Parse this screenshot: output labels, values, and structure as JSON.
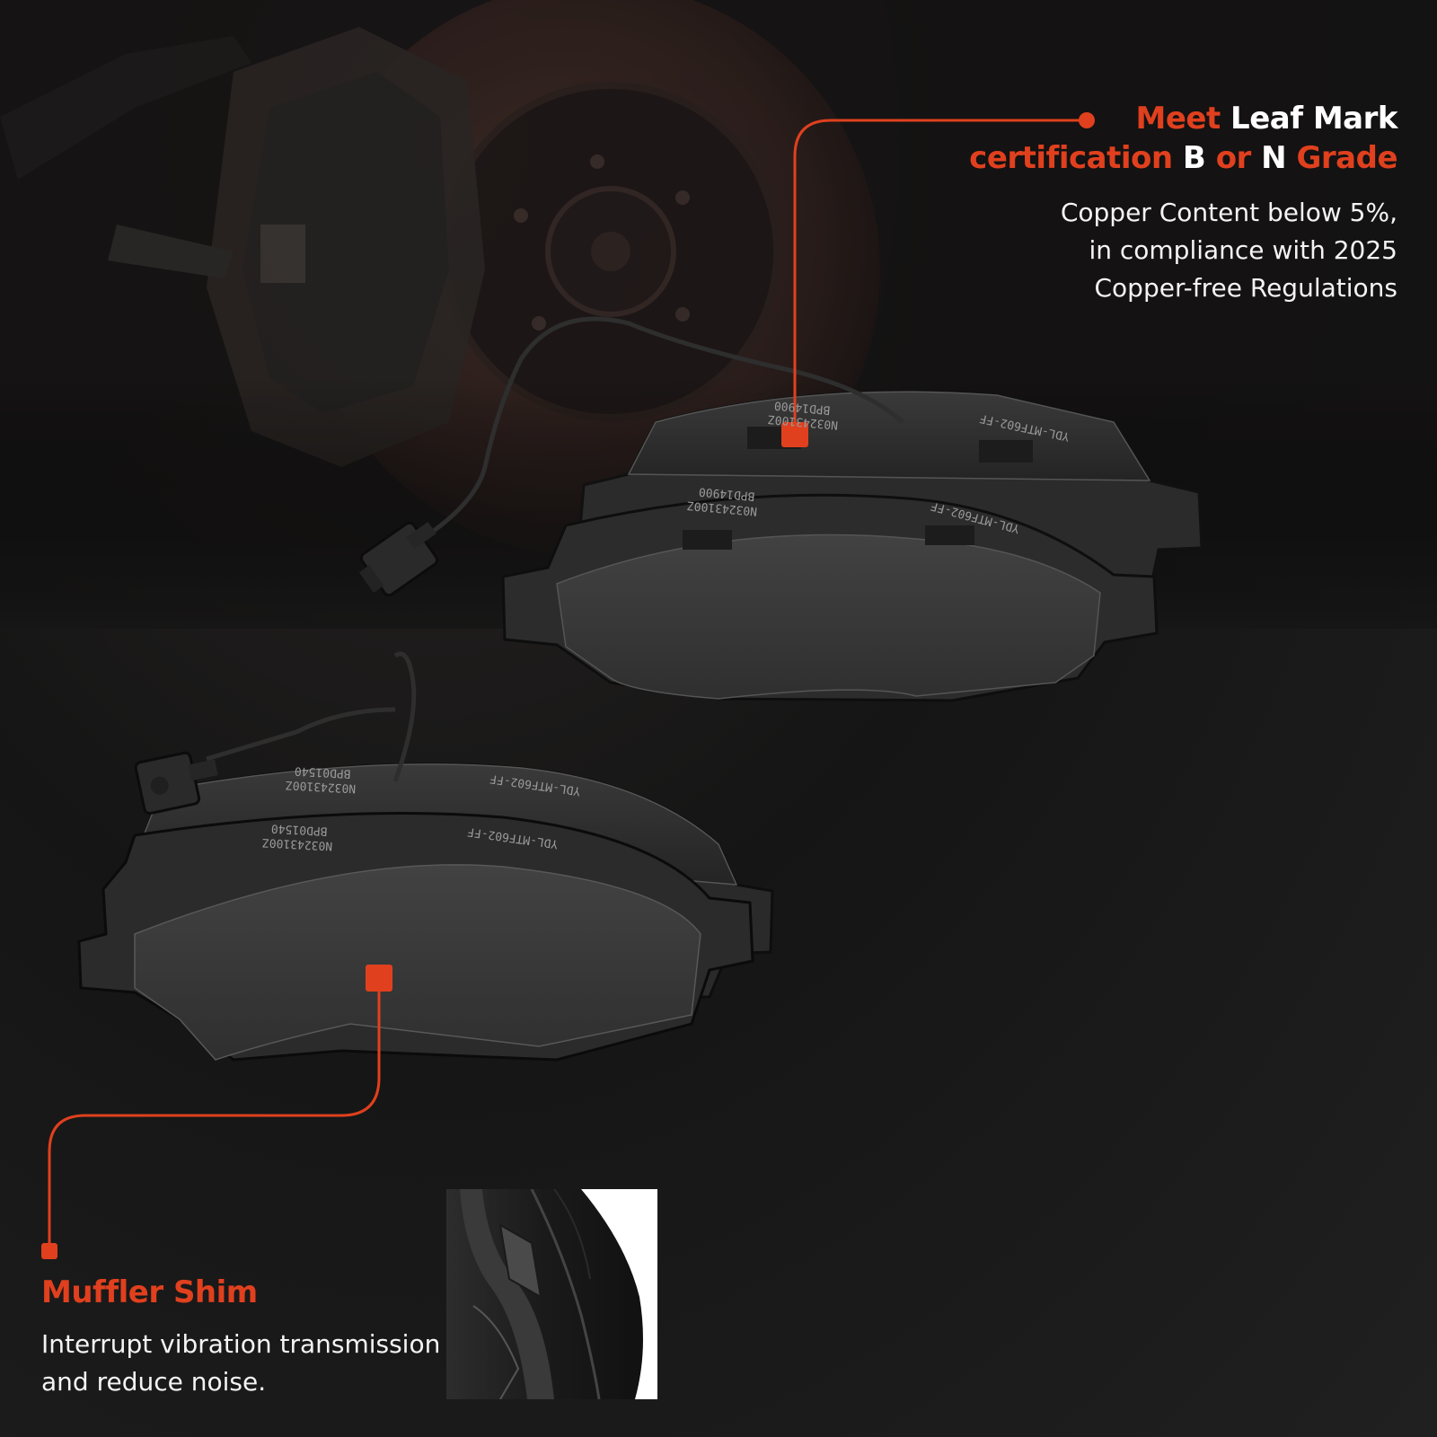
{
  "colors": {
    "accent": "#e0401e",
    "background": "#1a1a1a",
    "text": "#ffffff",
    "pad": "#3a3a3a"
  },
  "top_callout": {
    "line1_word1": "Meet",
    "line1_word2": "Leaf Mark",
    "line2_word1": "certification",
    "line2_word2": "B",
    "line2_word3": "or",
    "line2_word4": "N",
    "line2_word5": "Grade",
    "desc_line1": "Copper Content below 5%,",
    "desc_line2": "in compliance with 2025",
    "desc_line3": "Copper-free Regulations"
  },
  "bottom_callout": {
    "title": "Muffler Shim",
    "desc_line1": "Interrupt vibration transmission",
    "desc_line2": "and reduce noise."
  },
  "pad_markings": {
    "upper_back_code": "YDL-MTF602-FF",
    "upper_back_part": "N03243100Z",
    "upper_back_id": "BPD14900",
    "upper_front_code": "YDL-MTF602-FF",
    "upper_front_part": "N03243100Z",
    "upper_front_id": "BPD14900",
    "lower_back_code": "YDL-MTF602-FF",
    "lower_back_part": "N03243100Z",
    "lower_back_id": "BPD01540",
    "lower_front_code": "YDL-MTF602-FF",
    "lower_front_part": "N03243100Z",
    "lower_front_id": "BPD01540"
  }
}
